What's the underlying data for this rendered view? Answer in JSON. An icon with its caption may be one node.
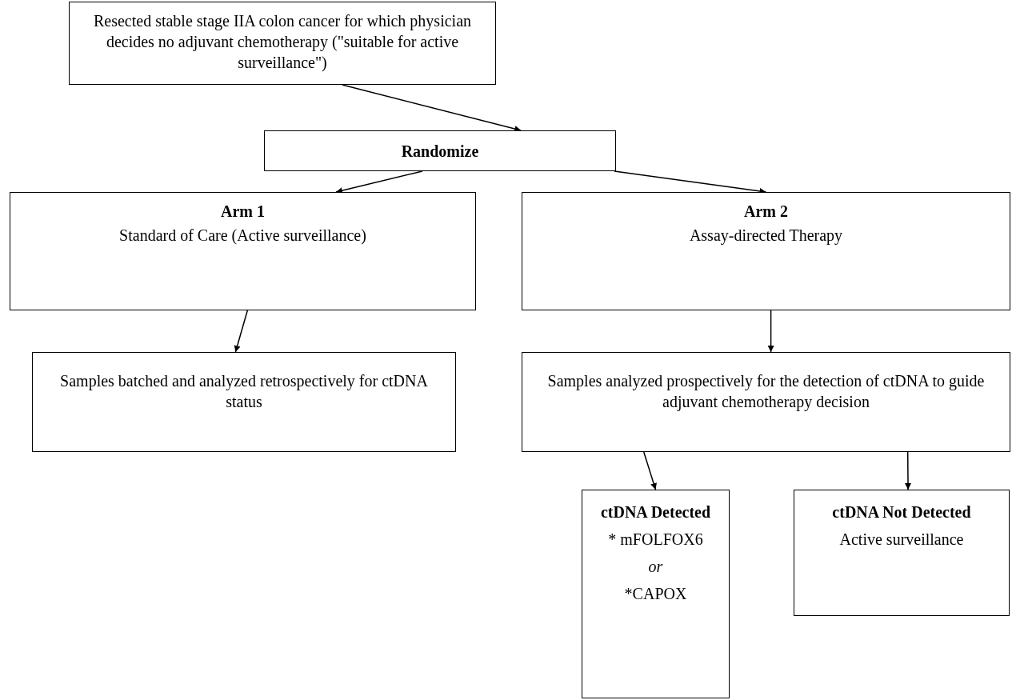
{
  "diagram": {
    "nodes": [
      {
        "text": [
          "Resected stable stage IIA colon cancer for which physician decides no adjuvant chemotherapy (\"suitable for active surveillance\")"
        ]
      },
      {
        "text": [
          "Randomize"
        ]
      },
      {
        "text": [
          "Arm 1",
          "Standard of Care (Active surveillance)"
        ]
      },
      {
        "text": [
          "Arm 2",
          "Assay-directed Therapy"
        ]
      },
      {
        "text": [
          "Samples batched and analyzed retrospectively for ctDNA status"
        ]
      },
      {
        "text": [
          "Samples analyzed prospectively for the detection of ctDNA to guide adjuvant chemotherapy decision"
        ]
      },
      {
        "text": [
          "ctDNA Detected",
          "* mFOLFOX6",
          "or",
          "*CAPOX"
        ]
      },
      {
        "text": [
          "ctDNA Not Detected",
          "Active surveillance"
        ]
      }
    ],
    "edges": [
      {
        "from": 0,
        "to": 1,
        "arrow": "to"
      },
      {
        "from": 1,
        "to": 2,
        "arrow": "to"
      },
      {
        "from": 1,
        "to": 3,
        "arrow": "to"
      },
      {
        "from": 2,
        "to": 4,
        "arrow": "to"
      },
      {
        "from": 3,
        "to": 5,
        "arrow": "to"
      },
      {
        "from": 5,
        "to": 6,
        "arrow": "to"
      },
      {
        "from": 5,
        "to": 7,
        "arrow": "to"
      }
    ]
  }
}
